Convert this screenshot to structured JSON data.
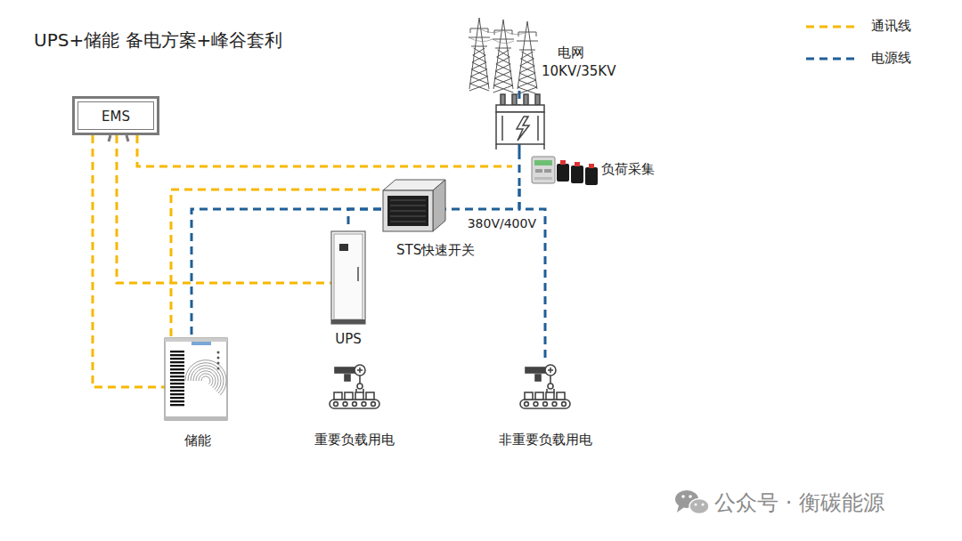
{
  "diagram": {
    "title": "UPS+储能 备电方案+峰谷套利",
    "nodes": [
      {
        "text": [
          "EMS"
        ]
      },
      {
        "text": [
          "电网",
          "10KV/35KV"
        ]
      },
      {
        "text": [
          "负荷采集"
        ]
      },
      {
        "text": [
          "STS快速开关"
        ]
      },
      {
        "text": [
          "UPS"
        ]
      },
      {
        "text": [
          "储能"
        ]
      },
      {
        "text": [
          "重要负载用电"
        ]
      },
      {
        "text": [
          "非重要负载用电"
        ]
      }
    ],
    "edges": [
      {
        "from": 1,
        "to": 2,
        "arrow": "none"
      },
      {
        "from": 2,
        "to": 3,
        "arrow": "none"
      },
      {
        "from": 2,
        "to": 7,
        "label": "380V/400V",
        "arrow": "none"
      },
      {
        "from": 3,
        "to": 4,
        "arrow": "none"
      },
      {
        "from": 3,
        "to": 5,
        "arrow": "none"
      },
      {
        "from": 0,
        "to": 2,
        "arrow": "none"
      },
      {
        "from": 0,
        "to": 4,
        "arrow": "none"
      },
      {
        "from": 0,
        "to": 5,
        "arrow": "none"
      },
      {
        "from": 5,
        "to": 3,
        "arrow": "none"
      }
    ],
    "labels": [
      "公众号 · 衡碳能源"
    ],
    "legend": [
      {
        "text": "通讯线"
      },
      {
        "text": "电源线"
      }
    ]
  }
}
